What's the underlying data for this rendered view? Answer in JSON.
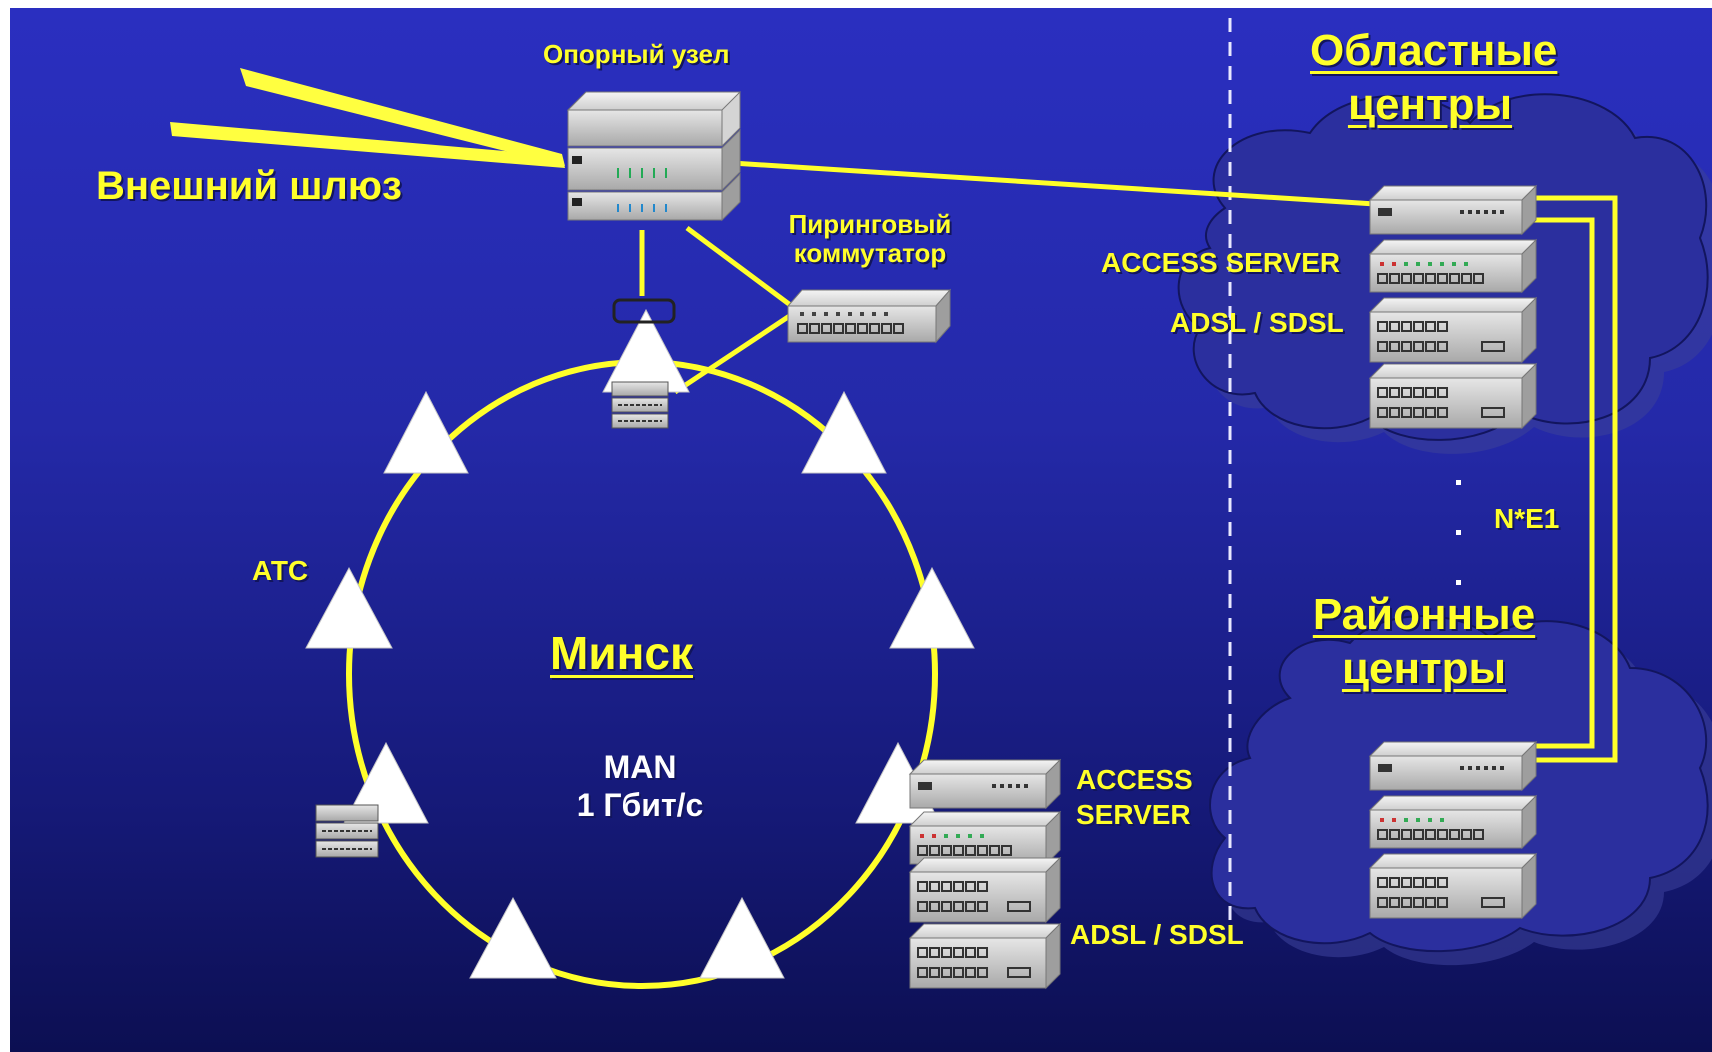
{
  "diagram": {
    "colors": {
      "background_top": "#2a2fc0",
      "background_bottom": "#0c0f52",
      "label": "#ffff2a",
      "link": "#ffff2a",
      "cloud": "#2b2f9e",
      "node_triangle": "#ffffff"
    },
    "labels": {
      "core_node": "Опорный узел",
      "external_gateway": "Внешний шлюз",
      "peering_switch_line1": "Пиринговый",
      "peering_switch_line2": "коммутатор",
      "regional_centers_line1": "Областные",
      "regional_centers_line2": "центры",
      "regional_access_server": "ACCESS SERVER",
      "regional_dsl": "ADSL / SDSL",
      "n_e1": "N*E1",
      "district_centers_line1": "Районные",
      "district_centers_line2": "центры",
      "atc": "АТС",
      "city": "Минск",
      "man_line1": "MAN",
      "man_line2": "1 Гбит/с",
      "city_access_server_line1": "ACCESS",
      "city_access_server_line2": "SERVER",
      "city_dsl": "ADSL / SDSL"
    },
    "icons": [
      "router-icon",
      "switch-icon",
      "access-server-icon",
      "dslam-icon",
      "cloud-icon",
      "atc-triangle-icon"
    ]
  }
}
